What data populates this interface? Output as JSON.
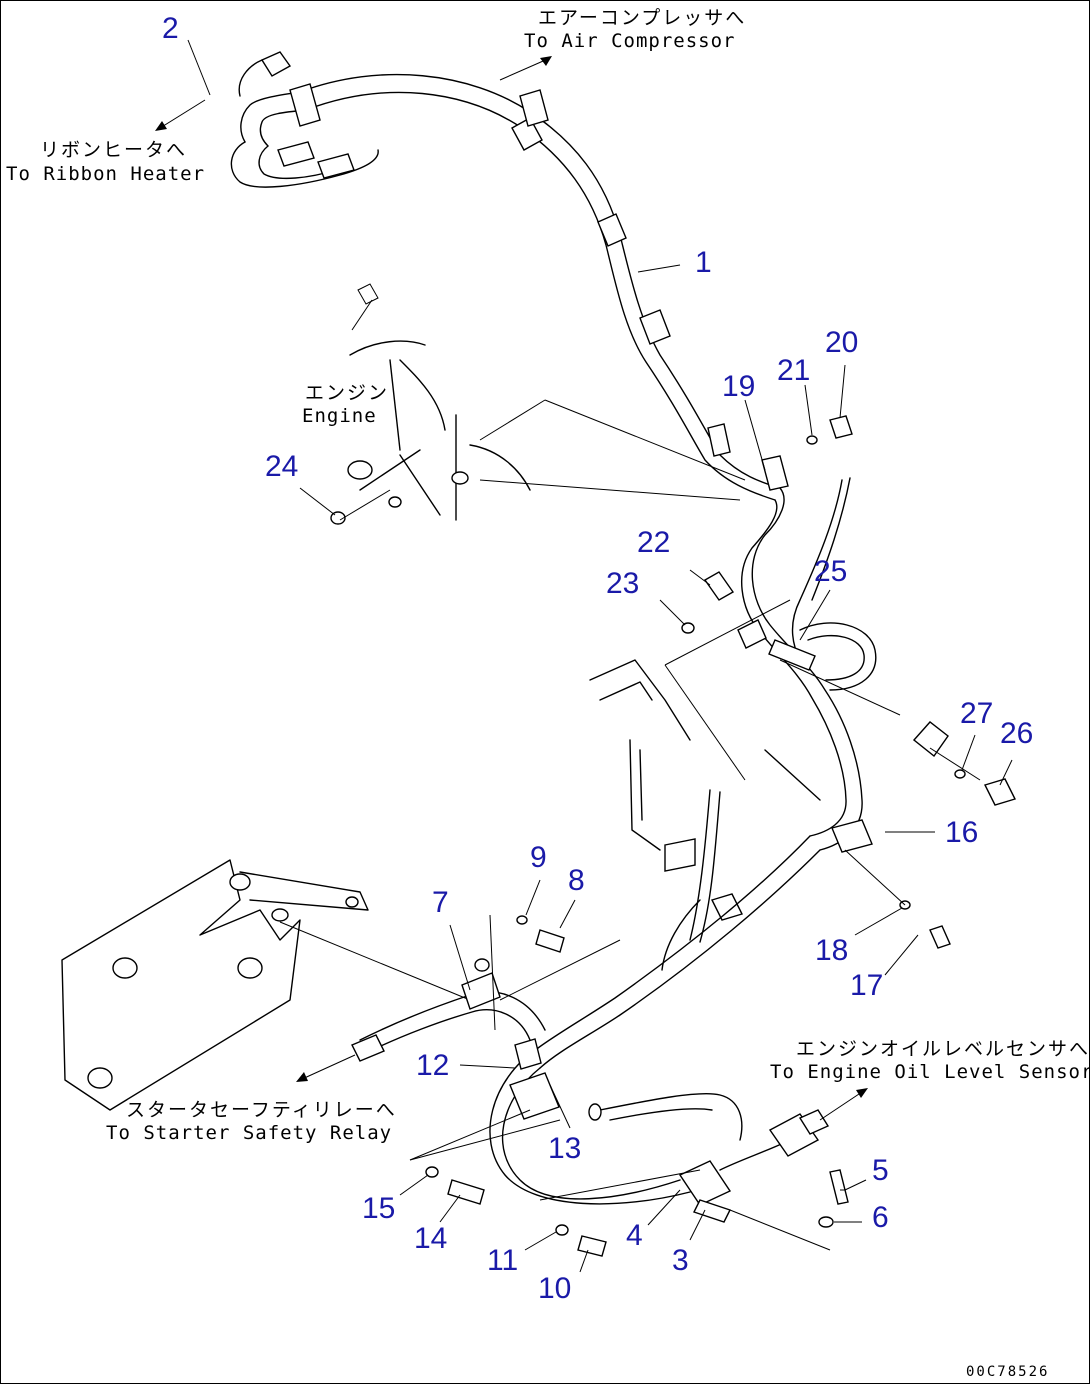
{
  "diagram": {
    "callouts": [
      "1",
      "2",
      "3",
      "4",
      "5",
      "6",
      "7",
      "8",
      "9",
      "10",
      "11",
      "12",
      "13",
      "14",
      "15",
      "16",
      "17",
      "18",
      "19",
      "20",
      "21",
      "22",
      "23",
      "24",
      "25",
      "26",
      "27"
    ],
    "annotations": {
      "air_compressor_jp": "エアーコンプレッサへ",
      "air_compressor_en": "To Air Compressor",
      "ribbon_heater_jp": "リボンヒータへ",
      "ribbon_heater_en": "To Ribbon Heater",
      "engine_jp": "エンジン",
      "engine_en": "Engine",
      "oil_sensor_jp": "エンジンオイルレベルセンサへ",
      "oil_sensor_en": "To Engine Oil Level Sensor",
      "starter_relay_jp": "スタータセーフティリレーへ",
      "starter_relay_en": "To Starter Safety Relay"
    },
    "doc_id": "00C78526",
    "colors": {
      "callout": "#1a1aa8",
      "line": "#000000",
      "background": "#ffffff"
    }
  }
}
